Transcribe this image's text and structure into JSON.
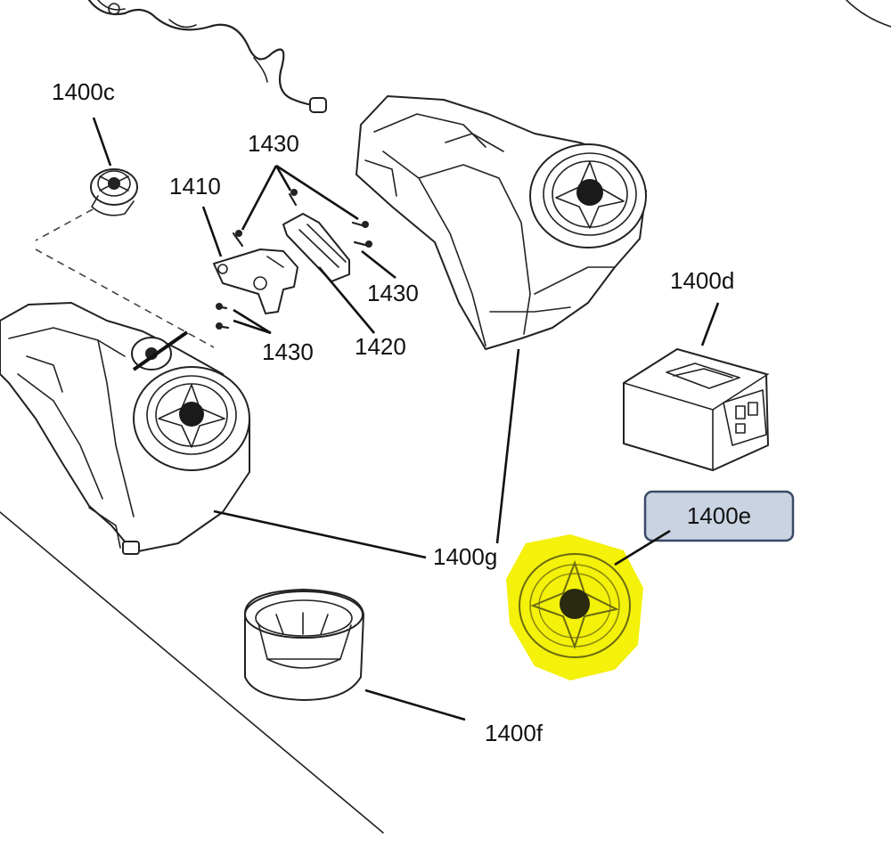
{
  "labels": {
    "c": "1400c",
    "s1": "1430",
    "brk": "1410",
    "s2": "1430",
    "s3": "1430",
    "cover": "1420",
    "mod": "1400d",
    "spk": "1400e",
    "pod": "1400g",
    "ring": "1400f"
  },
  "colors": {
    "highlight": "#f4f10a",
    "callout_fill": "#c9d3e1",
    "callout_border": "#3b4a66",
    "line": "#111111"
  }
}
